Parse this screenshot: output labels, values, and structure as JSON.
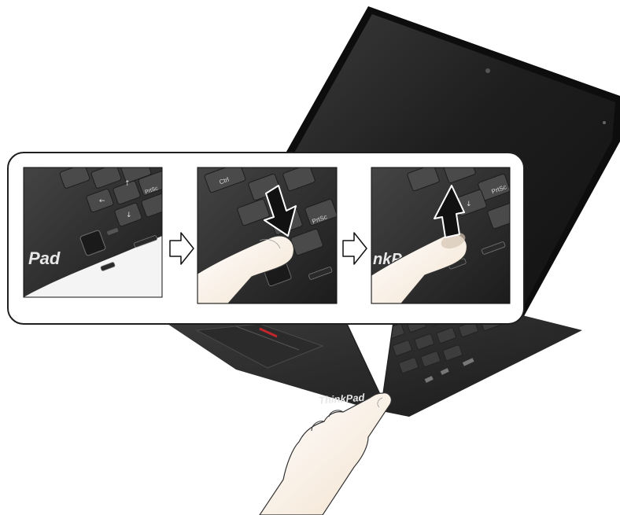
{
  "scene": {
    "brand_text": "ThinkPad",
    "panel_brand_partial_1": "Pad",
    "panel_brand_partial_2": "nkPa",
    "key_labels": {
      "prtsc": "PrtSc",
      "ctrl": "Ctrl"
    },
    "icons": {
      "step_arrow": "outline-right-arrow-icon",
      "press_arrow": "down-arrow-icon",
      "release_arrow": "up-arrow-icon",
      "hand": "pointing-hand-icon",
      "fingerprint_reader": "fingerprint-reader-icon"
    },
    "colors": {
      "laptop_body": "#2a2a2a",
      "screen": "#1b1b1b",
      "keycap": "#3a3a3a",
      "trackpoint_red": "#c0262c",
      "skin": "#fdf4e9",
      "panel_border": "#222222"
    }
  }
}
